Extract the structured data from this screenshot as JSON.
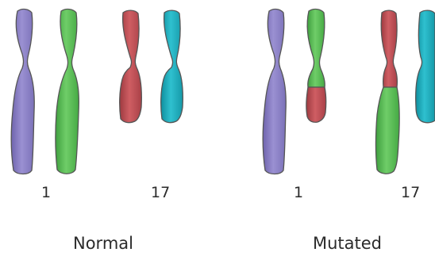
{
  "panels": [
    {
      "label": "Normal",
      "chromosome_numbers": [
        "1",
        "17"
      ]
    },
    {
      "label": "Mutated",
      "chromosome_numbers": [
        "1",
        "17"
      ]
    }
  ],
  "colors": {
    "chr1_copy_a": "#8a7fc4",
    "chr1_copy_b": "#54b552",
    "chr17_copy_a": "#b8484f",
    "chr17_copy_b": "#1aa6b6",
    "outline": "#555555"
  }
}
